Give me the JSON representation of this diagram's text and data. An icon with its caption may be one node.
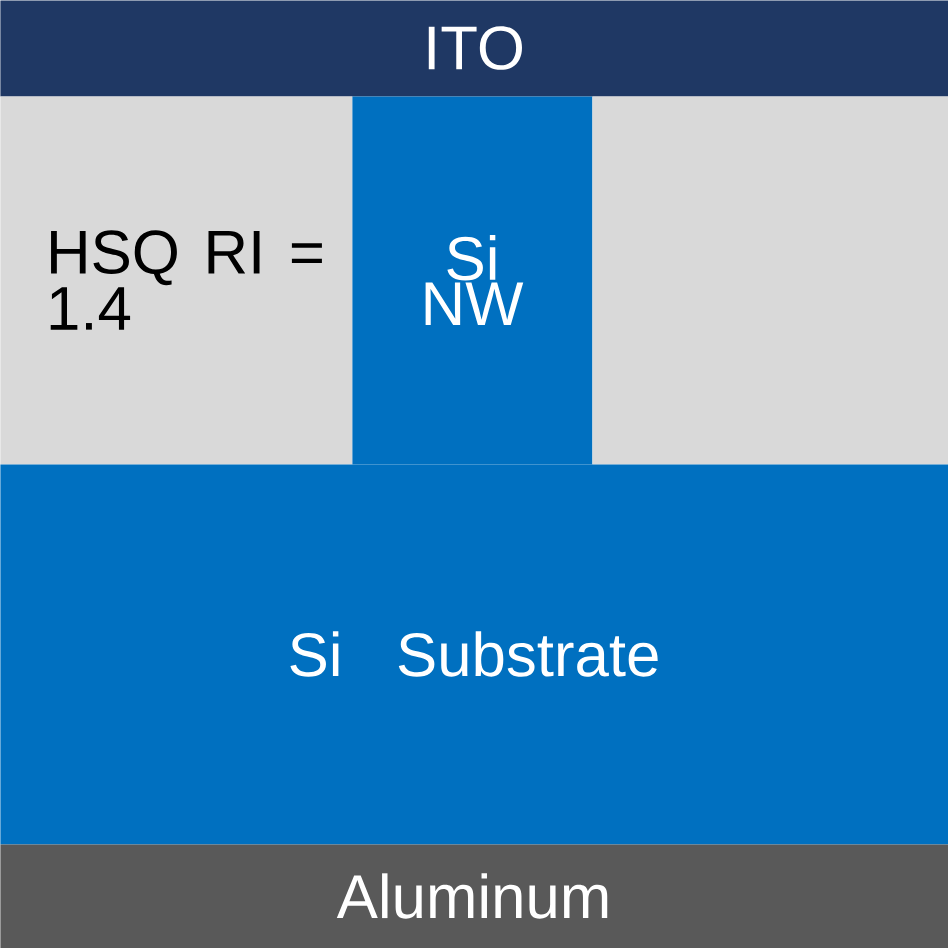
{
  "diagram": {
    "nodes": [
      {
        "text": [
          "ITO"
        ]
      },
      {
        "text": [
          "HSQ RI = 1.4"
        ]
      },
      {
        "text": [
          "Si NW"
        ]
      },
      {
        "text": [],
        "shape": "box"
      },
      {
        "text": [
          "Si Substrate"
        ]
      },
      {
        "text": [
          "Aluminum"
        ]
      }
    ]
  }
}
